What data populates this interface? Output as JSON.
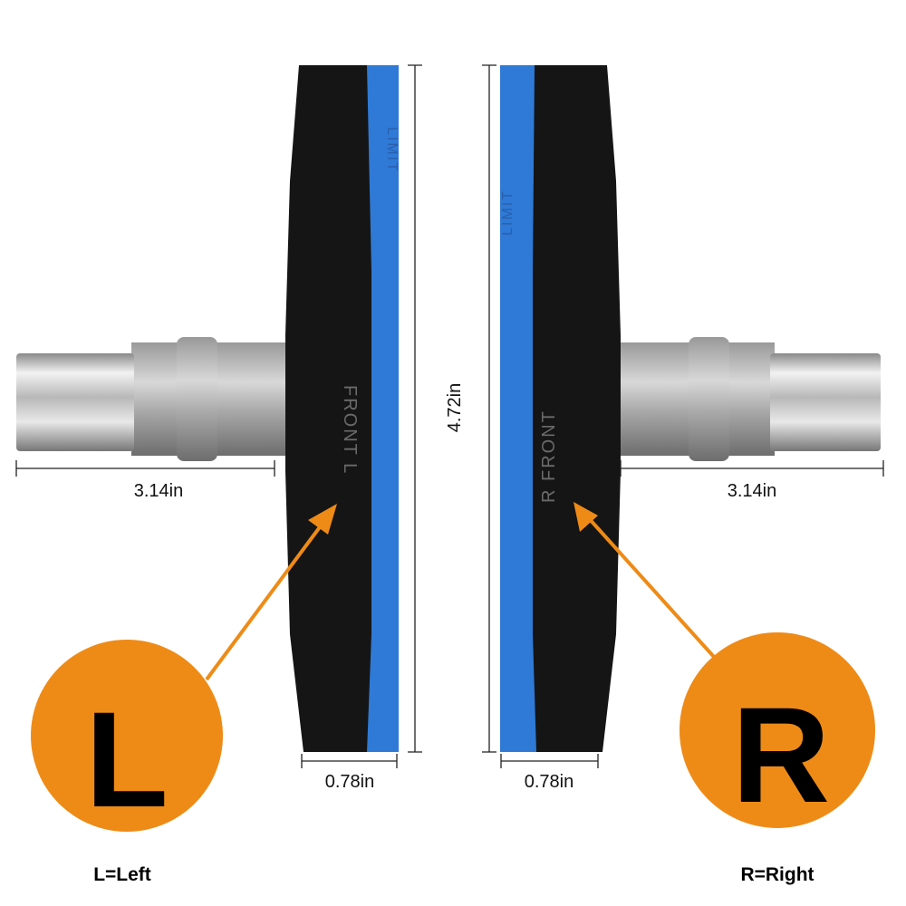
{
  "dimensions": {
    "stud_length_left": "3.14in",
    "stud_length_right": "3.14in",
    "pad_height": "4.72in",
    "pad_width_left": "0.78in",
    "pad_width_right": "0.78in"
  },
  "markers": {
    "left_letter": "L",
    "right_letter": "R",
    "left_caption": "L=Left",
    "right_caption": "R=Right"
  },
  "pad_embossing": {
    "left_front": "FRONT L",
    "right_front": "R FRONT",
    "limit": "LIMIT"
  },
  "colors": {
    "orange": "#EE8B17",
    "pad_blue": "#2E7AD6",
    "pad_black": "#151515"
  }
}
